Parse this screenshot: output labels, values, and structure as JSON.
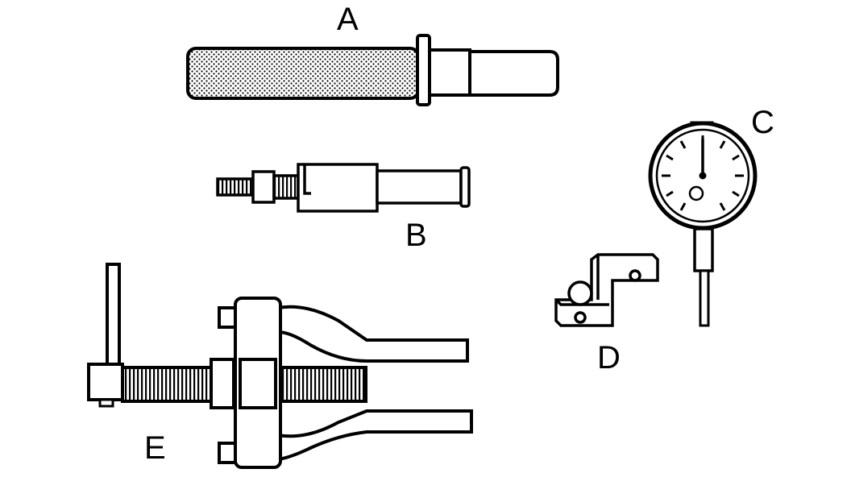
{
  "labels": {
    "a": "A",
    "b": "B",
    "c": "C",
    "d": "D",
    "e": "E"
  },
  "parts": {
    "a": "knurled-handle-tool",
    "b": "threaded-puller-adapter",
    "c": "dial-indicator",
    "d": "indicator-mounting-bracket",
    "e": "two-jaw-puller"
  },
  "colors": {
    "ink": "#000000",
    "paper": "#ffffff"
  }
}
